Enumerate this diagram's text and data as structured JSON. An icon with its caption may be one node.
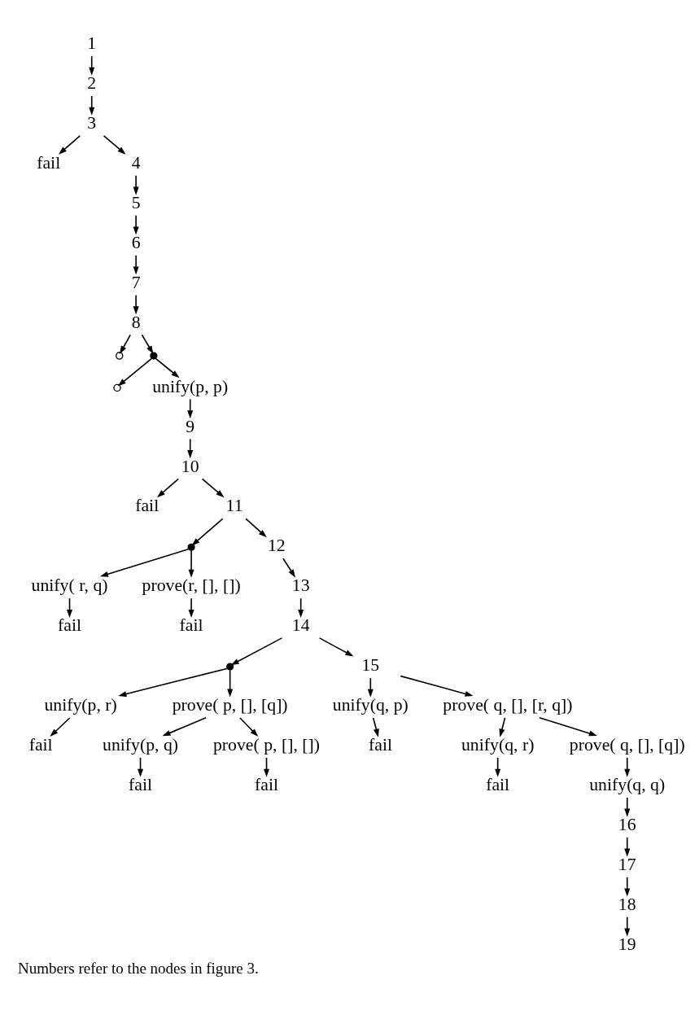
{
  "diagram": {
    "caption": "Numbers refer to the nodes in figure 3.",
    "nodes": [
      {
        "text": [
          "1"
        ]
      },
      {
        "text": [
          "2"
        ]
      },
      {
        "text": [
          "3"
        ]
      },
      {
        "text": [
          "fail"
        ]
      },
      {
        "text": [
          "4"
        ]
      },
      {
        "text": [
          "5"
        ]
      },
      {
        "text": [
          "6"
        ]
      },
      {
        "text": [
          "7"
        ]
      },
      {
        "text": [
          "8"
        ]
      },
      {
        "text": [],
        "shape": "circle"
      },
      {
        "text": [],
        "shape": "dot"
      },
      {
        "text": [],
        "shape": "circle"
      },
      {
        "text": [
          "unify(p, p)"
        ]
      },
      {
        "text": [
          "9"
        ]
      },
      {
        "text": [
          "10"
        ]
      },
      {
        "text": [
          "fail"
        ]
      },
      {
        "text": [
          "11"
        ]
      },
      {
        "text": [],
        "shape": "dot"
      },
      {
        "text": [
          "12"
        ]
      },
      {
        "text": [
          "unify( r, q)"
        ]
      },
      {
        "text": [
          "prove(r, [], [])"
        ]
      },
      {
        "text": [
          "13"
        ]
      },
      {
        "text": [
          "fail"
        ]
      },
      {
        "text": [
          "fail"
        ]
      },
      {
        "text": [
          "14"
        ]
      },
      {
        "text": [],
        "shape": "dot"
      },
      {
        "text": [
          "15"
        ]
      },
      {
        "text": [
          "unify(p, r)"
        ]
      },
      {
        "text": [
          "unify(q, p)"
        ]
      },
      {
        "text": [
          "fail"
        ]
      },
      {
        "text": [
          "prove( p, [], [q])"
        ]
      },
      {
        "text": [
          "fail"
        ]
      },
      {
        "text": [
          "prove( q, [], [r, q])"
        ]
      },
      {
        "text": [
          "unify(p, q)"
        ]
      },
      {
        "text": [
          "prove( p, [], [])"
        ]
      },
      {
        "text": [
          "unify(q, r)"
        ]
      },
      {
        "text": [
          "prove( q, [], [q])"
        ]
      },
      {
        "text": [
          "fail"
        ]
      },
      {
        "text": [
          "fail"
        ]
      },
      {
        "text": [
          "fail"
        ]
      },
      {
        "text": [
          "unify(q, q)"
        ]
      },
      {
        "text": [
          "16"
        ]
      },
      {
        "text": [
          "17"
        ]
      },
      {
        "text": [
          "18"
        ]
      },
      {
        "text": [
          "19"
        ]
      }
    ],
    "edges": [
      {
        "from": 0,
        "to": 1,
        "arrow": "to"
      },
      {
        "from": 1,
        "to": 2,
        "arrow": "to"
      },
      {
        "from": 2,
        "to": 3,
        "arrow": "to"
      },
      {
        "from": 2,
        "to": 4,
        "arrow": "to"
      },
      {
        "from": 4,
        "to": 5,
        "arrow": "to"
      },
      {
        "from": 5,
        "to": 6,
        "arrow": "to"
      },
      {
        "from": 6,
        "to": 7,
        "arrow": "to"
      },
      {
        "from": 7,
        "to": 8,
        "arrow": "to"
      },
      {
        "from": 8,
        "to": 9,
        "arrow": "to"
      },
      {
        "from": 8,
        "to": 10,
        "arrow": "to"
      },
      {
        "from": 10,
        "to": 11,
        "arrow": "to"
      },
      {
        "from": 10,
        "to": 12,
        "arrow": "to"
      },
      {
        "from": 12,
        "to": 13,
        "arrow": "to"
      },
      {
        "from": 13,
        "to": 14,
        "arrow": "to"
      },
      {
        "from": 14,
        "to": 15,
        "arrow": "to"
      },
      {
        "from": 14,
        "to": 16,
        "arrow": "to"
      },
      {
        "from": 16,
        "to": 17,
        "arrow": "to"
      },
      {
        "from": 16,
        "to": 18,
        "arrow": "to"
      },
      {
        "from": 17,
        "to": 19,
        "arrow": "to"
      },
      {
        "from": 17,
        "to": 20,
        "arrow": "to"
      },
      {
        "from": 18,
        "to": 21,
        "arrow": "to"
      },
      {
        "from": 19,
        "to": 22,
        "arrow": "to"
      },
      {
        "from": 20,
        "to": 23,
        "arrow": "to"
      },
      {
        "from": 21,
        "to": 24,
        "arrow": "to"
      },
      {
        "from": 24,
        "to": 25,
        "arrow": "to"
      },
      {
        "from": 24,
        "to": 26,
        "arrow": "to"
      },
      {
        "from": 25,
        "to": 27,
        "arrow": "to"
      },
      {
        "from": 25,
        "to": 30,
        "arrow": "to"
      },
      {
        "from": 26,
        "to": 28,
        "arrow": "to"
      },
      {
        "from": 26,
        "to": 32,
        "arrow": "to"
      },
      {
        "from": 27,
        "to": 29,
        "arrow": "to"
      },
      {
        "from": 28,
        "to": 31,
        "arrow": "to"
      },
      {
        "from": 30,
        "to": 33,
        "arrow": "to"
      },
      {
        "from": 30,
        "to": 34,
        "arrow": "to"
      },
      {
        "from": 32,
        "to": 35,
        "arrow": "to"
      },
      {
        "from": 32,
        "to": 36,
        "arrow": "to"
      },
      {
        "from": 33,
        "to": 37,
        "arrow": "to"
      },
      {
        "from": 34,
        "to": 38,
        "arrow": "to"
      },
      {
        "from": 35,
        "to": 39,
        "arrow": "to"
      },
      {
        "from": 36,
        "to": 40,
        "arrow": "to"
      },
      {
        "from": 40,
        "to": 41,
        "arrow": "to"
      },
      {
        "from": 41,
        "to": 42,
        "arrow": "to"
      },
      {
        "from": 42,
        "to": 43,
        "arrow": "to"
      },
      {
        "from": 43,
        "to": 44,
        "arrow": "to"
      }
    ]
  }
}
